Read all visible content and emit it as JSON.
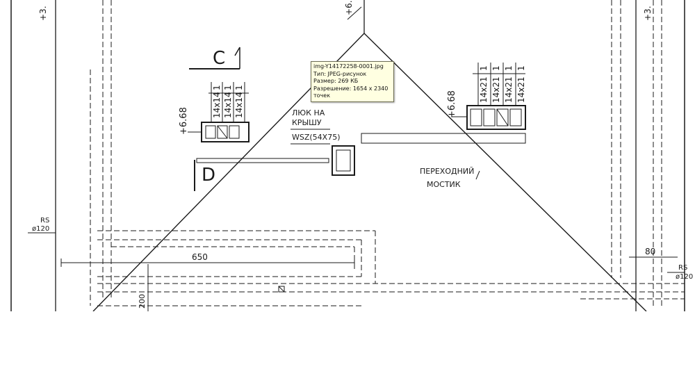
{
  "drawing": {
    "labels": {
      "top_left_level": "+3.",
      "top_mid_level": "+6.",
      "top_right_level": "+3.",
      "section_c": "C",
      "section_d": "D",
      "level_left": "+6.68",
      "level_right": "+6.68",
      "hatch": "ЛЮК НА",
      "hatch2": "КРЫШУ",
      "hatch_size": "WSZ(54X75)",
      "bridge": "ПЕРЕХОДНИЙ",
      "bridge2": "МОСТИК",
      "rs_left": "RS",
      "diam_left": "ø120",
      "rs_right": "RS",
      "diam_right": "ø120",
      "dim_650": "650",
      "dim_200": "200",
      "dim_80": "80"
    },
    "left_table": [
      "14x14",
      "14x14",
      "14x14"
    ],
    "left_table_count": [
      "1",
      "1",
      "1"
    ],
    "right_table": [
      "14x21",
      "14x21",
      "14x21",
      "14x21"
    ],
    "right_table_count": [
      "1",
      "1",
      "1",
      "1"
    ]
  },
  "tooltip": {
    "filename": "img-Y14172258-0001.jpg",
    "type": "Тип: JPEG-рисунок",
    "size": "Размер: 269 КБ",
    "resolution": "Разрешение: 1654 x 2340",
    "resolution_unit": "точек"
  }
}
